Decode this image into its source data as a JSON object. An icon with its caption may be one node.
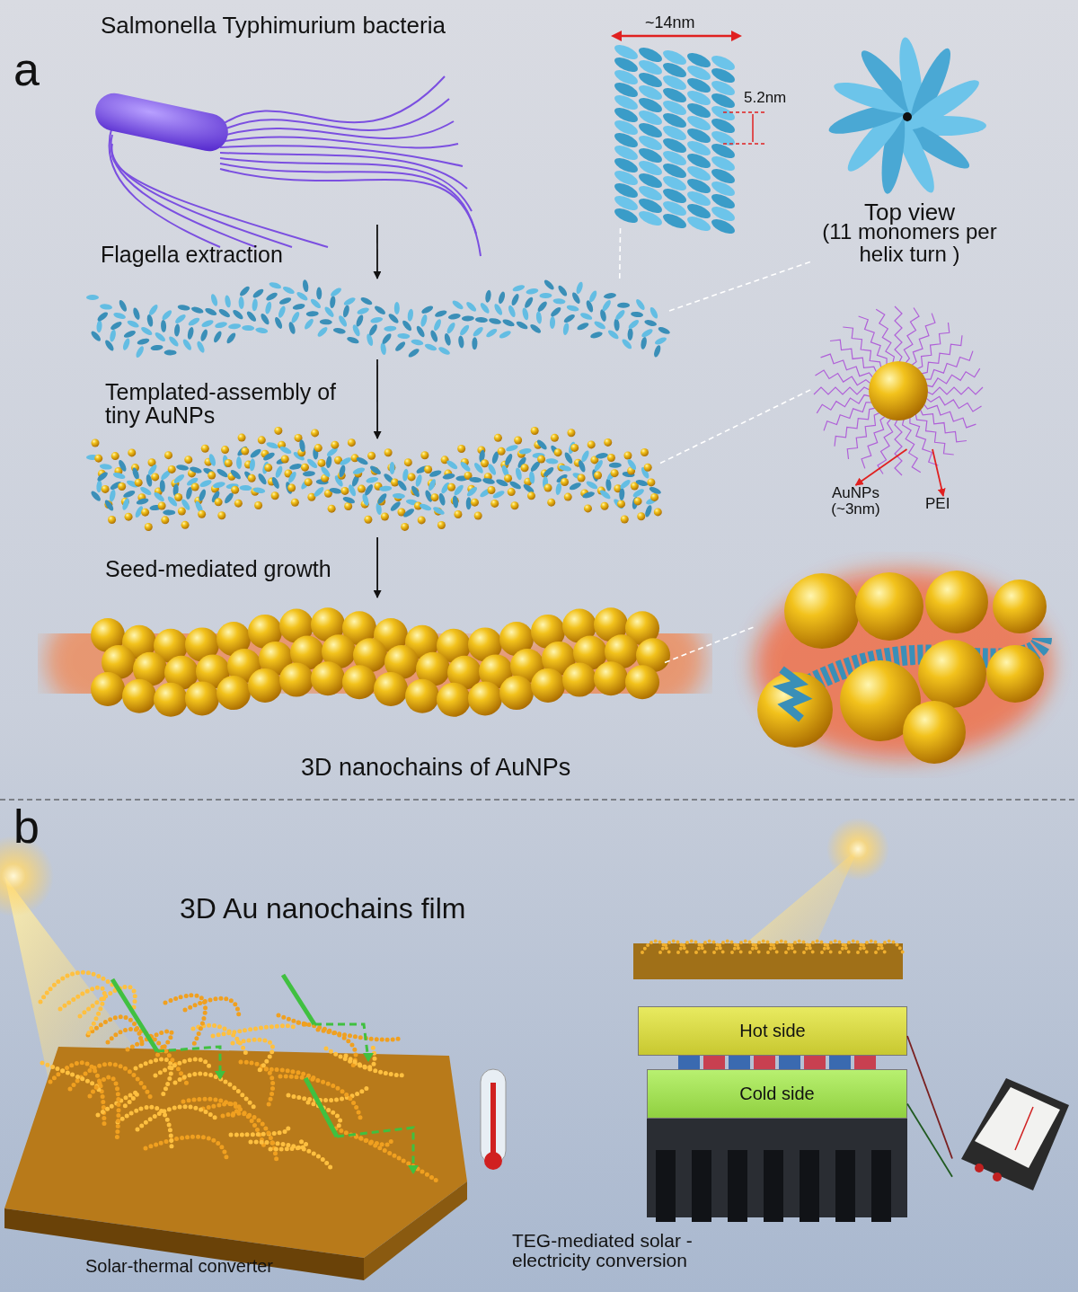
{
  "diagram": {
    "nodes": [
      {
        "text": [
          "Salmonella Typhimurium bacteria"
        ]
      },
      {
        "text": [],
        "shape": "picture",
        "beside": [
          "Flagella extraction"
        ]
      },
      {
        "text": [],
        "shape": "picture",
        "beside": [
          "Templated-assembly of tiny AuNPs"
        ]
      },
      {
        "text": [],
        "shape": "picture",
        "beside": [
          "Seed-mediated growth",
          "3D nanochains of AuNPs"
        ]
      },
      {
        "text": [],
        "shape": "picture"
      },
      {
        "text": [
          "Top view",
          "(11 monomers per helix turn )"
        ]
      },
      {
        "text": [],
        "shape": "picture"
      },
      {
        "text": [
          "AuNPs (~3nm)"
        ]
      },
      {
        "text": [
          "PEI"
        ]
      },
      {
        "text": [],
        "shape": "picture"
      },
      {
        "text": [
          "3D Au nanochains film",
          "Solar-thermal converter"
        ]
      },
      {
        "text": [
          "TEG-mediated solar -electricity conversion"
        ]
      },
      {
        "text": [
          "Hot side"
        ],
        "in": 11
      },
      {
        "text": [
          "Cold side"
        ],
        "in": 11
      },
      {
        "text": [],
        "shape": "picture"
      }
    ],
    "edges": [
      {
        "from": 0,
        "to": 1,
        "arrow": "to",
        "color": "#111111"
      },
      {
        "from": 1,
        "to": 2,
        "arrow": "to",
        "color": "#111111"
      },
      {
        "from": 2,
        "to": 3,
        "arrow": "to",
        "color": "#111111"
      },
      {
        "from": 1,
        "to": 4,
        "arrow": "none",
        "style": "dashed",
        "color": "#ffffff"
      },
      {
        "from": 1,
        "to": 5,
        "arrow": "none",
        "style": "dashed",
        "color": "#ffffff"
      },
      {
        "from": 2,
        "to": 6,
        "arrow": "none",
        "style": "dashed",
        "color": "#ffffff"
      },
      {
        "from": 3,
        "to": 9,
        "arrow": "none",
        "style": "dashed",
        "color": "#ffffff"
      },
      {
        "from": 6,
        "to": 7,
        "arrow": "to",
        "color": "#e02020"
      },
      {
        "from": 6,
        "to": 8,
        "arrow": "to",
        "color": "#e02020"
      },
      {
        "from": 12,
        "to": 14,
        "arrow": "none",
        "color": "#7a2020"
      },
      {
        "from": 13,
        "to": 14,
        "arrow": "none",
        "color": "#205a20"
      }
    ],
    "labels": [
      "a",
      "~14nm",
      "5.2nm",
      "b"
    ]
  }
}
